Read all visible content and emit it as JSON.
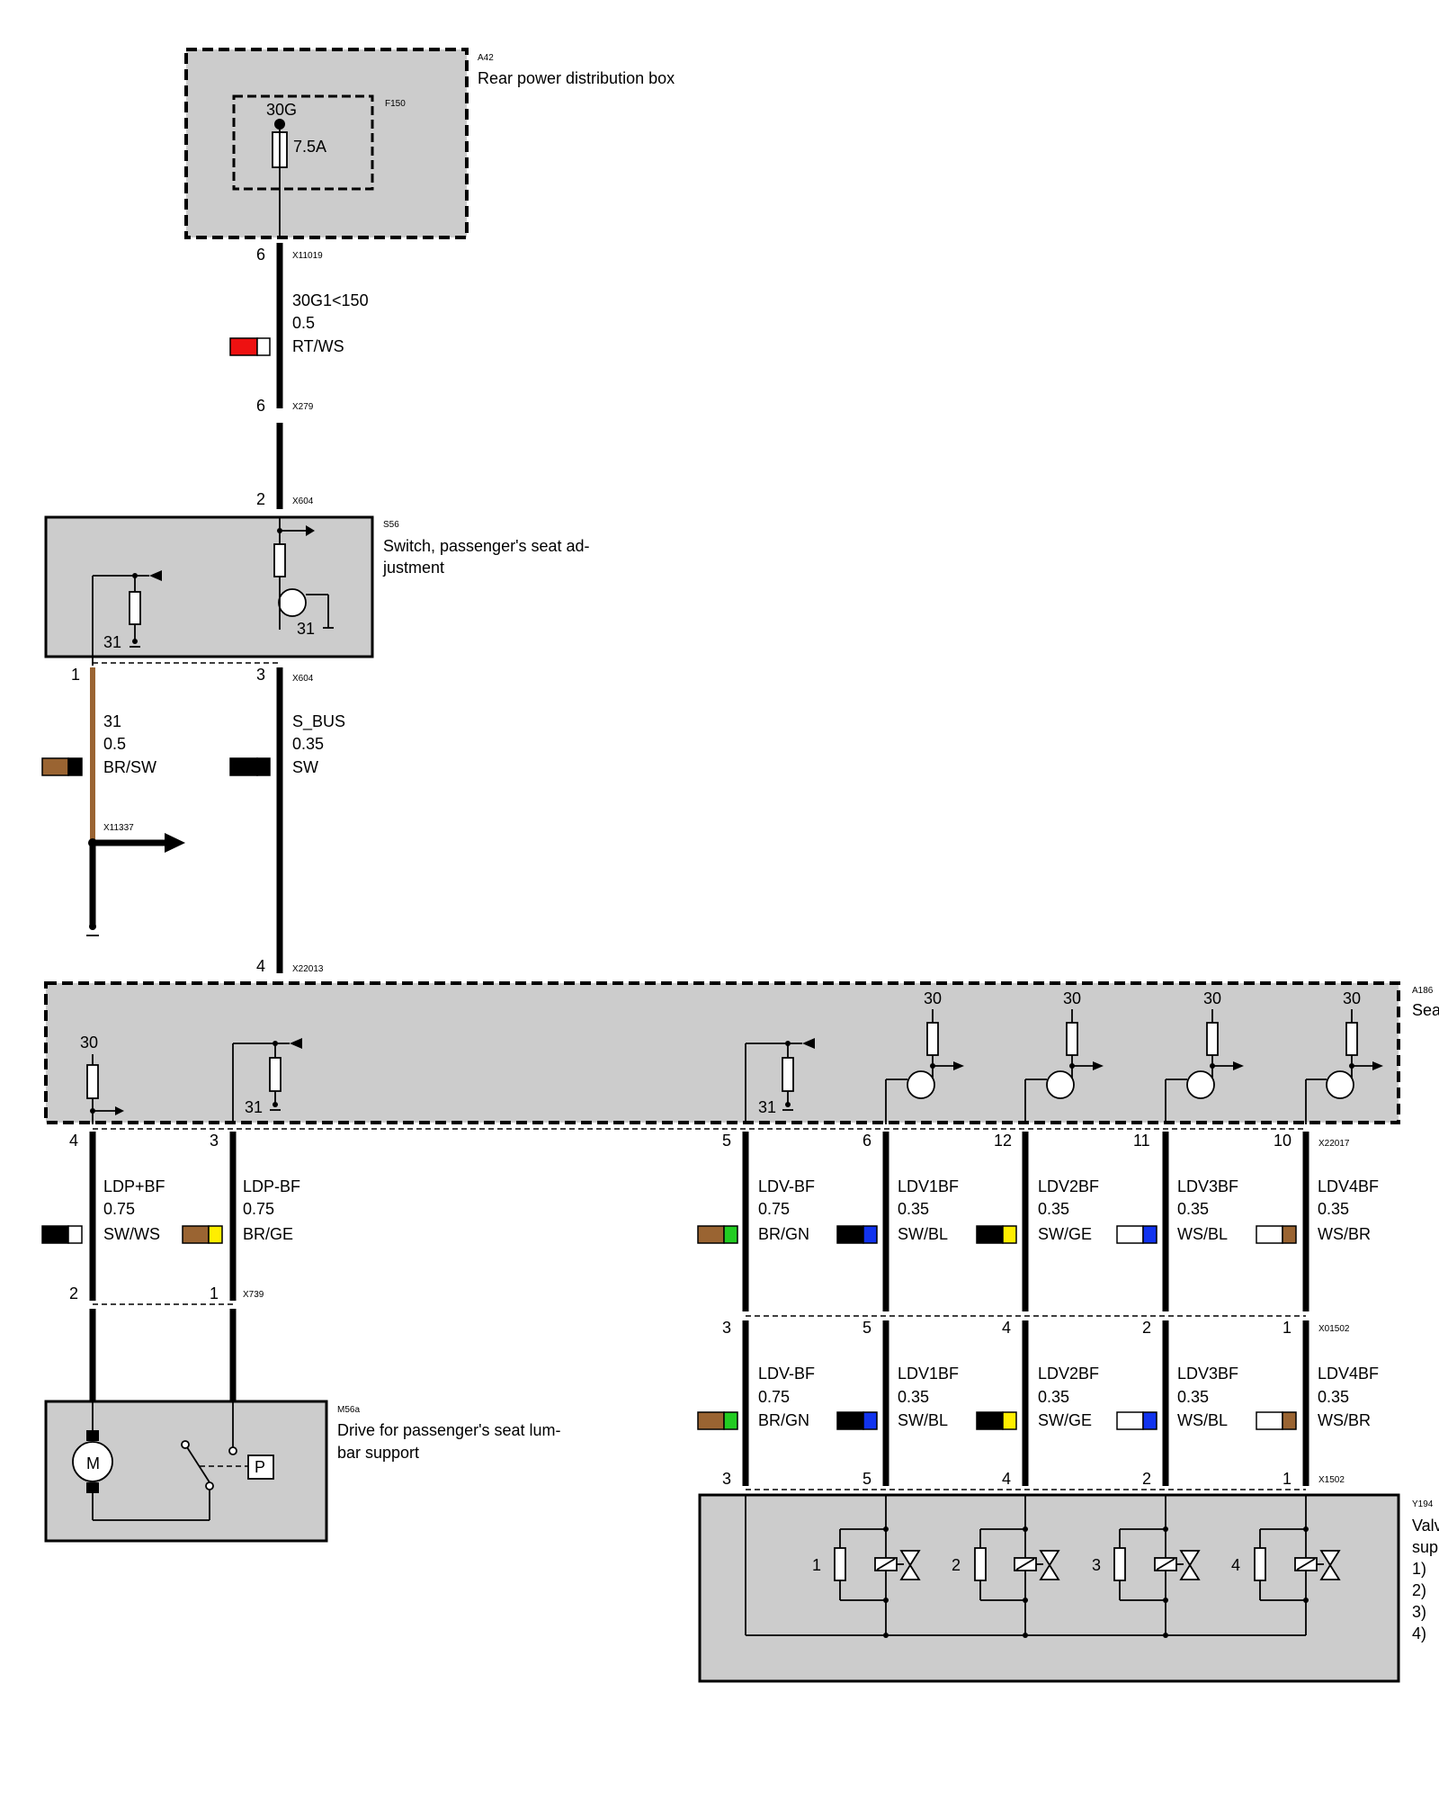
{
  "components": {
    "a42": {
      "id": "A42",
      "name": "Rear power distribution box"
    },
    "f150": {
      "id": "F150",
      "terminal": "30G",
      "rating": "7.5A"
    },
    "s56": {
      "id": "S56",
      "name_line1": "Switch, passenger's seat ad-",
      "name_line2": "justment",
      "ground": "31"
    },
    "a186": {
      "id": "A186",
      "name": "Sea",
      "supply": "30",
      "ground": "31"
    },
    "m56a": {
      "id": "M56a",
      "name_line1": "Drive for passenger's seat lum-",
      "name_line2": "bar support",
      "motor_symbol": "M",
      "sensor_symbol": "P"
    },
    "y194": {
      "id": "Y194",
      "name_lines": [
        "Valv",
        "sup",
        "1)",
        "2)",
        "3)",
        "4)"
      ],
      "valve_numbers": [
        "1",
        "2",
        "3",
        "4"
      ]
    }
  },
  "connectors": {
    "x11019": "X11019",
    "x279": "X279",
    "x604_top": "X604",
    "x604_bottom": "X604",
    "x11337": "X11337",
    "x22013": "X22013",
    "x22017": "X22017",
    "x739": "X739",
    "x01502": "X01502",
    "x1502": "X1502"
  },
  "pins": {
    "x11019": "6",
    "x279": "6",
    "x604_in": "2",
    "s56_out1": "1",
    "s56_out3": "3",
    "x22013": "4",
    "a186_out": [
      "4",
      "3",
      "5",
      "6",
      "12",
      "11",
      "10"
    ],
    "x739": [
      "2",
      "1"
    ],
    "x01502": [
      "3",
      "5",
      "4",
      "2",
      "1"
    ],
    "x1502": [
      "3",
      "5",
      "4",
      "2",
      "1"
    ]
  },
  "wires": {
    "w_supply": {
      "signal": "30G1<150",
      "size": "0.5",
      "color": "RT/WS",
      "c1": "#ee1111",
      "c2": "#ffffff"
    },
    "w_ground": {
      "signal": "31",
      "size": "0.5",
      "color": "BR/SW",
      "c1": "#9a6432",
      "c2": "#000000"
    },
    "w_sbus": {
      "signal": "S_BUS",
      "size": "0.35",
      "color": "SW",
      "c1": "#000000",
      "c2": "#000000"
    },
    "w_ldp_plus": {
      "signal": "LDP+BF",
      "size": "0.75",
      "color": "SW/WS",
      "c1": "#000000",
      "c2": "#ffffff"
    },
    "w_ldp_minus": {
      "signal": "LDP-BF",
      "size": "0.75",
      "color": "BR/GE",
      "c1": "#9a6432",
      "c2": "#ffee00"
    },
    "valve_wires": [
      {
        "signal": "LDV-BF",
        "size": "0.75",
        "color": "BR/GN",
        "c1": "#9a6432",
        "c2": "#22cc22"
      },
      {
        "signal": "LDV1BF",
        "size": "0.35",
        "color": "SW/BL",
        "c1": "#000000",
        "c2": "#1133ee"
      },
      {
        "signal": "LDV2BF",
        "size": "0.35",
        "color": "SW/GE",
        "c1": "#000000",
        "c2": "#ffee00"
      },
      {
        "signal": "LDV3BF",
        "size": "0.35",
        "color": "WS/BL",
        "c1": "#ffffff",
        "c2": "#1133ee"
      },
      {
        "signal": "LDV4BF",
        "size": "0.35",
        "color": "WS/BR",
        "c1": "#ffffff",
        "c2": "#9a6432"
      }
    ]
  }
}
